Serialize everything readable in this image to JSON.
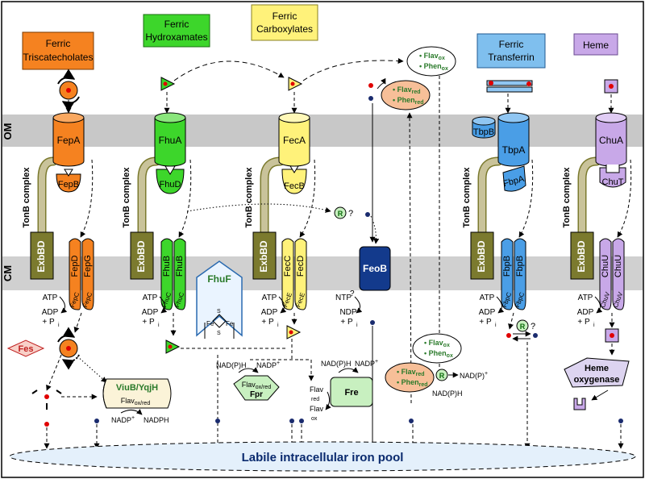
{
  "headers": {
    "triscatecholates": [
      "Ferric",
      "Triscatecholates"
    ],
    "hydroxamates": [
      "Ferric",
      "Hydroxamates"
    ],
    "carboxylates": [
      "Ferric",
      "Carboxylates"
    ],
    "transferrin": [
      "Ferric",
      "Transferrin"
    ],
    "heme": "Heme"
  },
  "membranes": {
    "om": "OM",
    "cm": "CM"
  },
  "tonb": "TonB complex",
  "exbbd": "ExbBD",
  "proteins": {
    "fepA": "FepA",
    "fepB": "FepB",
    "fepC": "FepC",
    "fepD": "FepD",
    "fepG": "FepG",
    "fhuA": "FhuA",
    "fhuD": "FhuD",
    "fhuB": "FhuB",
    "fhuC": "FhuC",
    "fecA": "FecA",
    "fecB": "FecB",
    "fecC": "FecC",
    "fecD": "FecD",
    "fecE": "FecE",
    "feoB": "FeoB",
    "tbpA": "TbpA",
    "tbpB": "TbpB",
    "fbpA": "FbpA",
    "fbpB": "FbpB",
    "fbpC": "FbpC",
    "chuA": "ChuA",
    "chuT": "ChuT",
    "chuU": "ChuU",
    "chuV": "ChuV",
    "fhuF": "FhuF",
    "fes": "Fes",
    "viub": "ViuB/YqjH",
    "fpr": "Fpr",
    "fre": "Fre",
    "hemeOx": [
      "Heme",
      "oxygenase"
    ]
  },
  "energy": {
    "atp": "ATP",
    "adp": "ADP",
    "pi": "+ P",
    "pi_sub": "i",
    "ntp": "NTP",
    "ndp": "NDP"
  },
  "flav": {
    "flav": "Flav",
    "phen": "Phen",
    "ox": "ox",
    "red": "red",
    "oxred": "ox/red",
    "nadph_paren": "NAD(P)H",
    "nadp_paren": "NAD(P)",
    "plus": "+",
    "nadph": "NADPH",
    "nadp": "NADP"
  },
  "r_symbol": "R",
  "question": "?",
  "fe": "Fe",
  "s": "S",
  "pool": "Labile intracellular iron pool",
  "colors": {
    "orange": "#f58220",
    "green": "#3dd62b",
    "yellow": "#fff27a",
    "blue": "#4a9ee6",
    "purple": "#c8a8e8",
    "olive": "#7b7a2e",
    "tonb": "#c9c39a",
    "membrane": "#c8c8c8",
    "feob": "#133a8c"
  }
}
